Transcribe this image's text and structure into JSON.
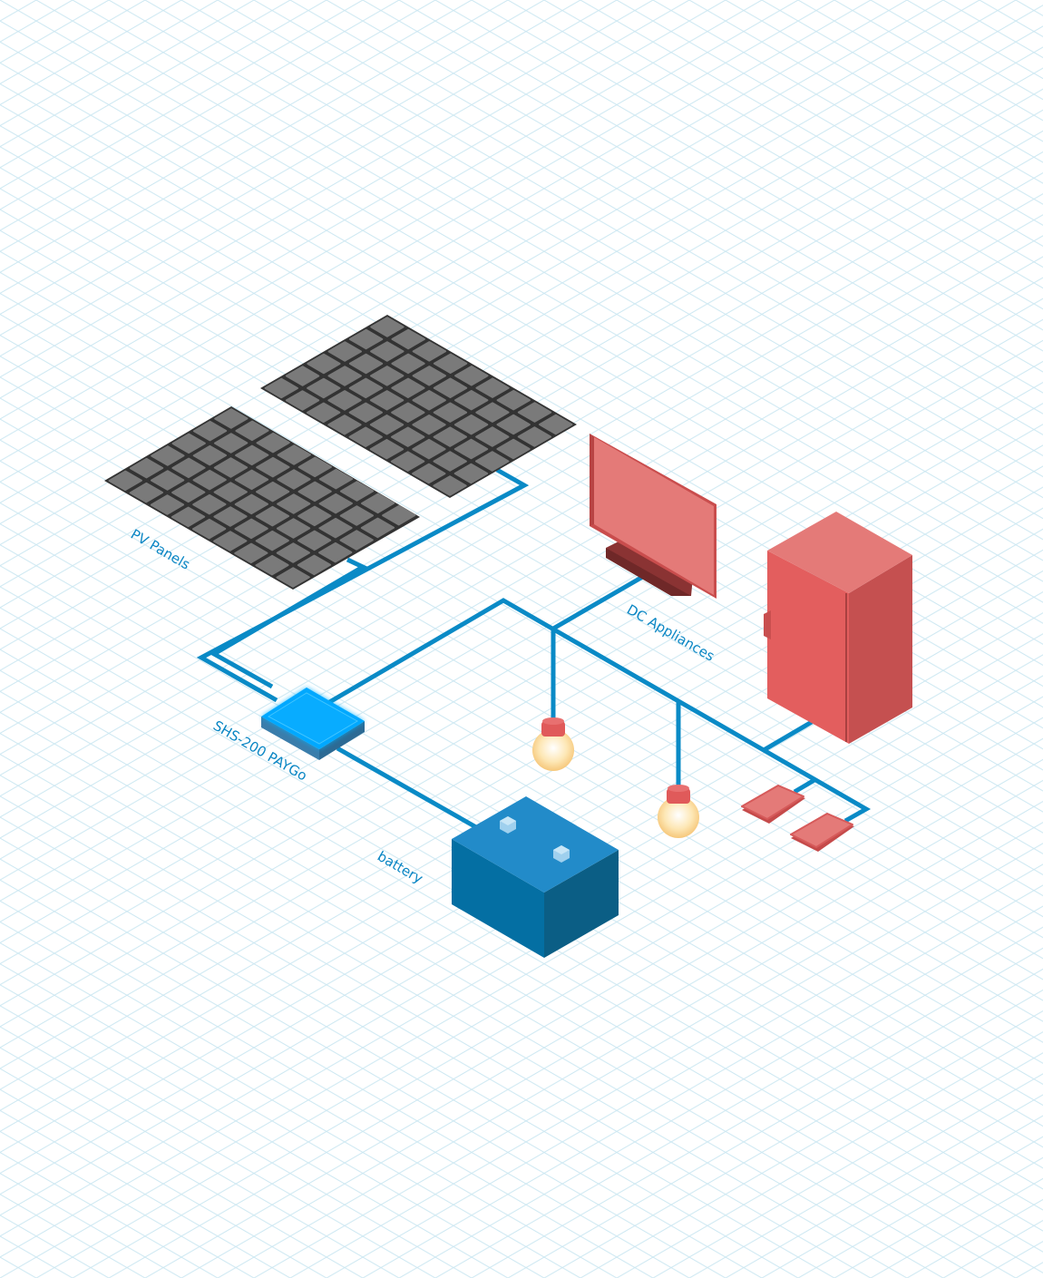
{
  "labels": {
    "pv_panels": "PV Panels",
    "controller": "SHS-200 PAYGo",
    "battery": "battery",
    "dc_appliances": "DC Appliances"
  },
  "colors": {
    "wire": "#0a8ac6",
    "grid": "#cde8f2",
    "panel_frame": "#333333",
    "panel_cell": "#7a7a7a",
    "controller": "#00a8ff",
    "battery_top": "#228bc9",
    "battery_left": "#046fa3",
    "battery_right": "#0b5e85",
    "appliance": "#e35e5e",
    "bulb": "#fde7b5"
  }
}
